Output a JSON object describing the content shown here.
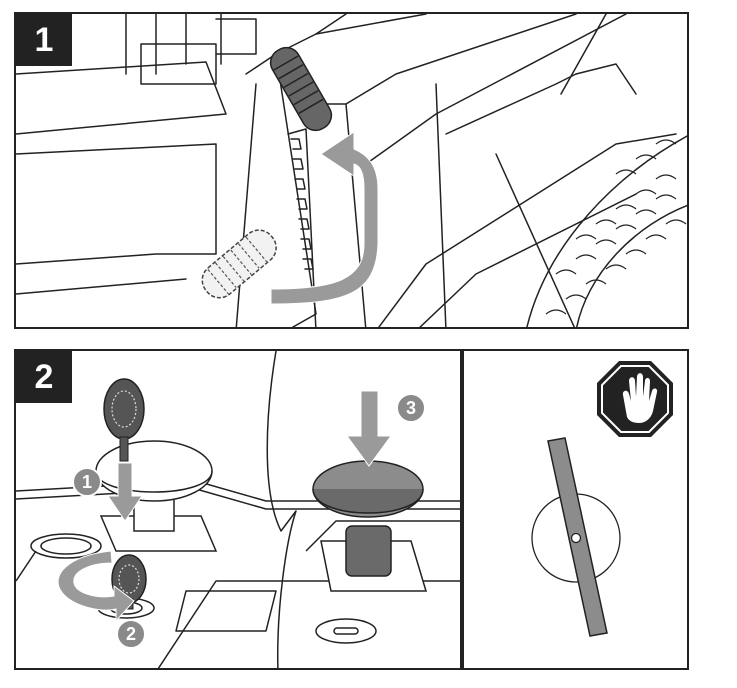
{
  "panels": {
    "step1": {
      "badge": "1"
    },
    "step2": {
      "badge": "2",
      "callouts": {
        "insert_key": "1",
        "turn_key": "2",
        "press_button": "3"
      }
    },
    "stop": {
      "icon": "stop-hand-icon"
    }
  },
  "colors": {
    "badge_bg": "#222222",
    "callout_bg": "#8a8a8a",
    "arrow_fill": "#9a9a9a",
    "button_fill": "#8c8c8c",
    "blade_fill": "#8c8c8c",
    "line": "#222222"
  }
}
